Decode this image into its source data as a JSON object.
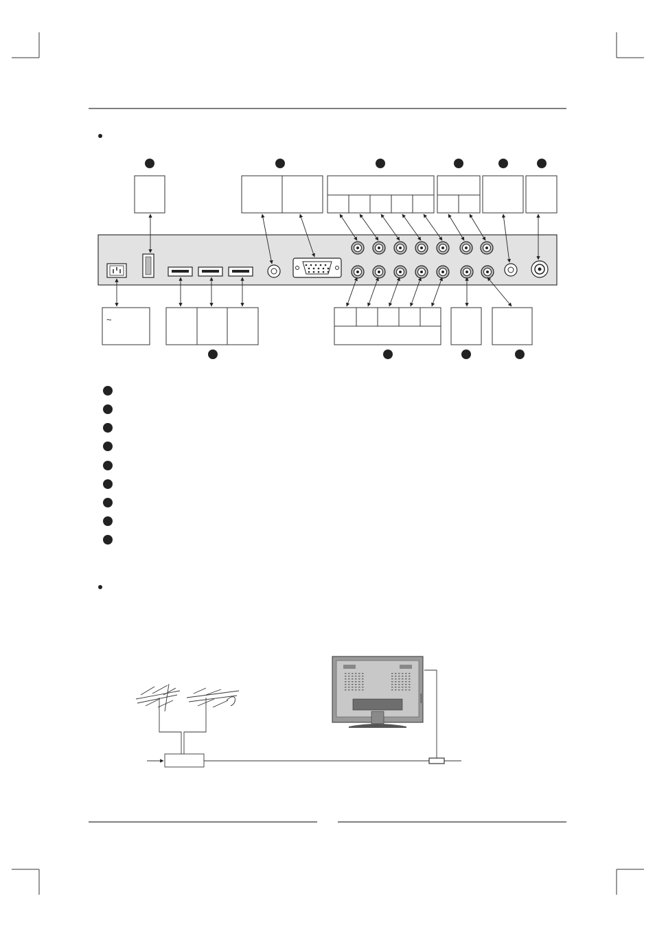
{
  "diagram": {
    "ac_symbol": "~",
    "bullet_rows": 9,
    "top_markers": 6,
    "bottom_markers": 4
  }
}
